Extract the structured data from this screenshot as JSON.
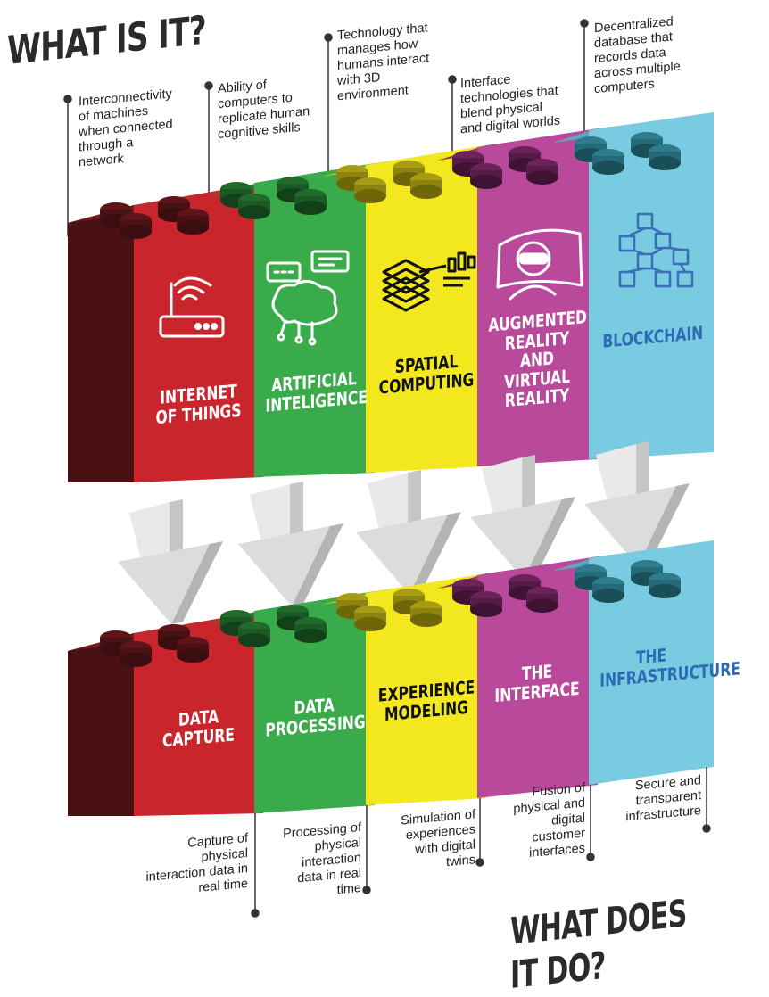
{
  "titles": {
    "top": "WHAT IS IT?",
    "bottom": "WHAT DOES IT DO?"
  },
  "colors": {
    "red": "#c8262c",
    "green": "#3aab4a",
    "yellow": "#f3e81e",
    "magenta": "#b94a9b",
    "cyan": "#78cbe0"
  },
  "top_blocks": [
    {
      "label": "INTERNET OF THINGS",
      "label_lines": [
        "INTERNET",
        "OF THINGS"
      ],
      "icon": "wifi-router-icon",
      "description": [
        "Interconnectivity",
        "of machines",
        "when connected",
        "through a",
        "network"
      ]
    },
    {
      "label": "ARTIFICIAL INTELIGENCE",
      "label_lines": [
        "ARTIFICIAL",
        "INTELIGENCE"
      ],
      "icon": "brain-chat-icon",
      "description": [
        "Ability of",
        "computers to",
        "replicate human",
        "cognitive skills"
      ]
    },
    {
      "label": "SPATIAL COMPUTING",
      "label_lines": [
        "SPATIAL",
        "COMPUTING"
      ],
      "icon": "layers-chart-icon",
      "description": [
        "Technology that",
        "manages how",
        "humans interact",
        "with 3D",
        "environment"
      ]
    },
    {
      "label": "AUGMENTED REALITY AND VIRTUAL REALITY",
      "label_lines": [
        "AUGMENTED",
        "REALITY AND",
        "VIRTUAL",
        "REALITY"
      ],
      "icon": "vr-headset-icon",
      "description": [
        "Interface",
        "technologies that",
        "blend physical",
        "and digital worlds"
      ]
    },
    {
      "label": "BLOCKCHAIN",
      "label_lines": [
        "BLOCKCHAIN"
      ],
      "icon": "blockchain-network-icon",
      "description": [
        "Decentralized",
        "database that",
        "records data",
        "across multiple",
        "computers"
      ]
    }
  ],
  "bottom_blocks": [
    {
      "label": "DATA CAPTURE",
      "label_lines": [
        "DATA",
        "CAPTURE"
      ],
      "description": [
        "Capture of",
        "physical",
        "interaction data in",
        "real time"
      ]
    },
    {
      "label": "DATA PROCESSING",
      "label_lines": [
        "DATA",
        "PROCESSING"
      ],
      "description": [
        "Processing of",
        "physical",
        "interaction",
        "data in real",
        "time"
      ]
    },
    {
      "label": "EXPERIENCE MODELING",
      "label_lines": [
        "EXPERIENCE",
        "MODELING"
      ],
      "description": [
        "Simulation of",
        "experiences",
        "with digital",
        "twins"
      ]
    },
    {
      "label": "THE INTERFACE",
      "label_lines": [
        "THE",
        "INTERFACE"
      ],
      "description": [
        "Fusion of",
        "physical and",
        "digital",
        "customer",
        "interfaces"
      ]
    },
    {
      "label": "THE INFRASTRUCTURE",
      "label_lines": [
        "THE",
        "INFRASTRUCTURE"
      ],
      "description": [
        "Secure and",
        "transparent",
        "infrastructure"
      ]
    }
  ]
}
